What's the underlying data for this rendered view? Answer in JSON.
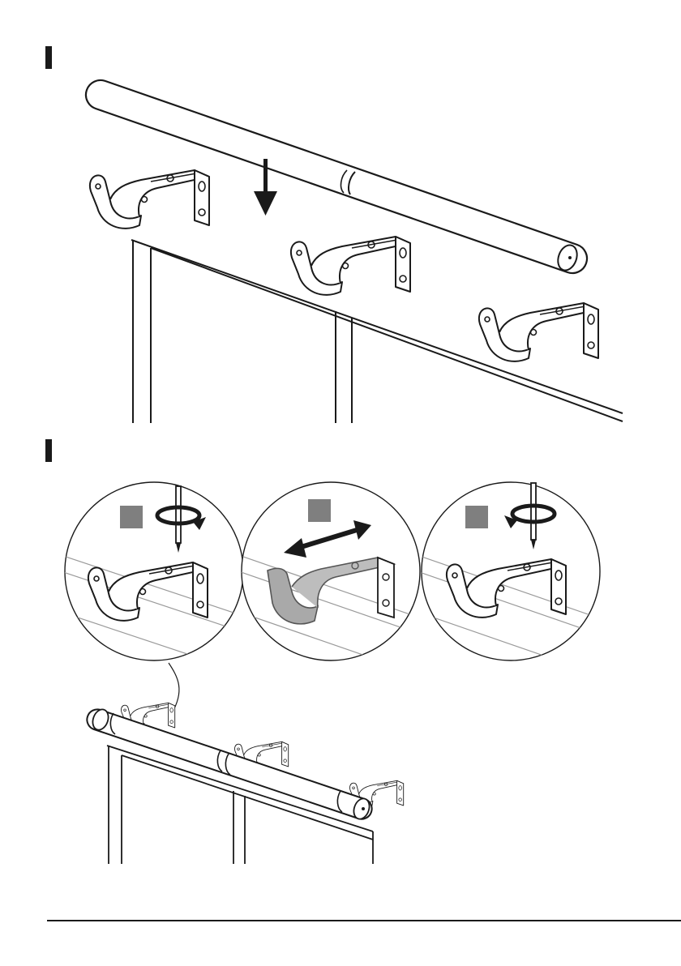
{
  "document": {
    "type": "assembly-instructions",
    "illustration": "curtain-rod-bracket-mounting"
  },
  "steps": [
    {
      "id": "step-1",
      "scene": "rod-lowered-into-three-brackets",
      "icons": [
        "down-arrow-icon"
      ]
    },
    {
      "id": "step-2",
      "scene": "loosen-slide-tighten-bracket-adjustment",
      "sub_steps": [
        {
          "id": "sub-step-loosen",
          "icon": "rotate-counterclockwise-icon"
        },
        {
          "id": "sub-step-slide",
          "icon": "double-arrow-icon"
        },
        {
          "id": "sub-step-tighten",
          "icon": "rotate-clockwise-icon"
        }
      ]
    }
  ],
  "colors": {
    "ink": "#1a1a1a",
    "badge": "#7f7f7f",
    "highlight": "#a9a9a9",
    "paper": "#ffffff"
  }
}
